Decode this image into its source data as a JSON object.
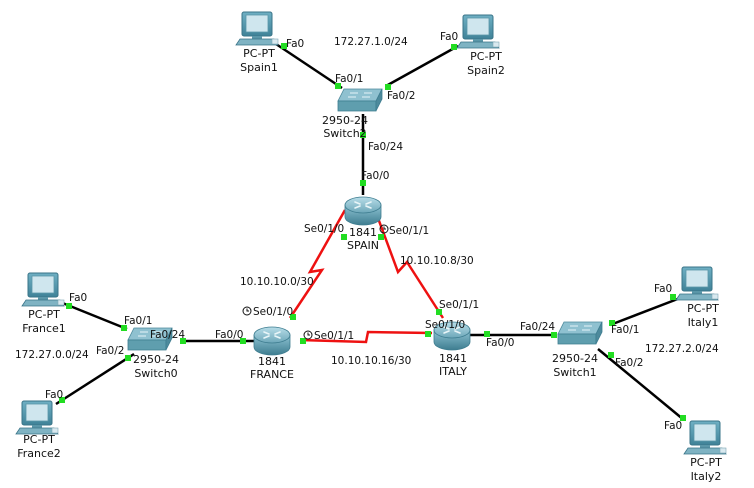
{
  "colors": {
    "ethernet_link": "#000000",
    "serial_link": "#ee1111",
    "port_up": "#22dd22",
    "device_body": "#5f9eae",
    "background": "#ffffff"
  },
  "networks": {
    "spain_lan": "172.27.1.0/24",
    "france_lan": "172.27.0.0/24",
    "italy_lan": "172.27.2.0/24",
    "france_spain_wan": "10.10.10.0/30",
    "spain_italy_wan": "10.10.10.8/30",
    "france_italy_wan": "10.10.10.16/30"
  },
  "devices": {
    "spain1": {
      "type": "PC-PT",
      "name": "Spain1",
      "icon": "pc-icon"
    },
    "spain2": {
      "type": "PC-PT",
      "name": "Spain2",
      "icon": "pc-icon"
    },
    "switch2": {
      "type": "2950-24",
      "name": "Switch2",
      "icon": "switch-icon"
    },
    "spain_router": {
      "type": "1841",
      "name": "SPAIN",
      "icon": "router-icon"
    },
    "france1": {
      "type": "PC-PT",
      "name": "France1",
      "icon": "pc-icon"
    },
    "france2": {
      "type": "PC-PT",
      "name": "France2",
      "icon": "pc-icon"
    },
    "switch0": {
      "type": "2950-24",
      "name": "Switch0",
      "icon": "switch-icon"
    },
    "france_router": {
      "type": "1841",
      "name": "FRANCE",
      "icon": "router-icon"
    },
    "italy_router": {
      "type": "1841",
      "name": "ITALY",
      "icon": "router-icon"
    },
    "switch1": {
      "type": "2950-24",
      "name": "Switch1",
      "icon": "switch-icon"
    },
    "italy1": {
      "type": "PC-PT",
      "name": "Italy1",
      "icon": "pc-icon"
    },
    "italy2": {
      "type": "PC-PT",
      "name": "Italy2",
      "icon": "pc-icon"
    }
  },
  "ports": {
    "spain1_fa0": "Fa0",
    "spain2_fa0": "Fa0",
    "sw2_fa01": "Fa0/1",
    "sw2_fa02": "Fa0/2",
    "sw2_fa024": "Fa0/24",
    "spain_fa00": "Fa0/0",
    "spain_se010": "Se0/1/0",
    "spain_se011": "Se0/1/1",
    "france1_fa0": "Fa0",
    "france2_fa0": "Fa0",
    "sw0_fa01": "Fa0/1",
    "sw0_fa02": "Fa0/2",
    "sw0_fa024": "Fa0/24",
    "france_fa00": "Fa0/0",
    "france_se010": "Se0/1/0",
    "france_se011": "Se0/1/1",
    "italy_se010": "Se0/1/0",
    "italy_se011": "Se0/1/1",
    "italy_fa00": "Fa0/0",
    "sw1_fa024": "Fa0/24",
    "sw1_fa01": "Fa0/1",
    "sw1_fa02": "Fa0/2",
    "italy1_fa0": "Fa0",
    "italy2_fa0": "Fa0"
  },
  "clock_icon": "clock-icon"
}
